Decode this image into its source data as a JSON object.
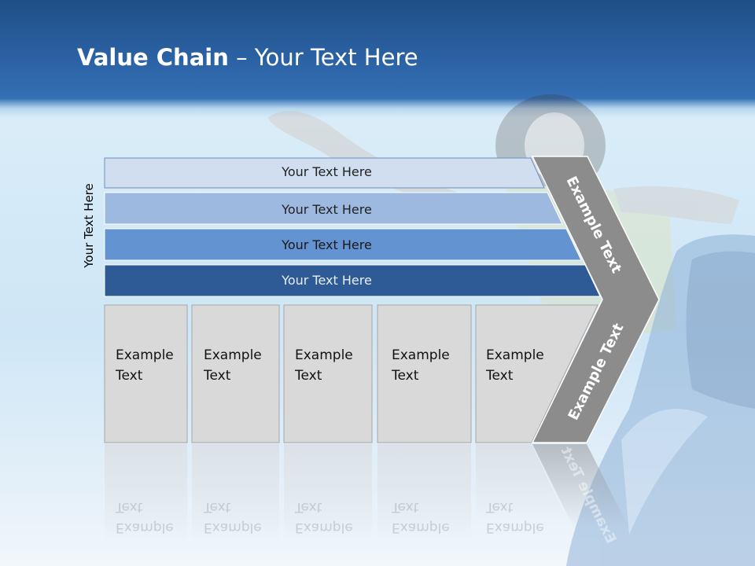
{
  "slide": {
    "title_bold": "Value Chain",
    "title_rest": " – Your Text Here",
    "side_label": "Your Text Here"
  },
  "bars": [
    {
      "label": "Your Text Here",
      "fill": "#d0def0",
      "text_color": "#222222"
    },
    {
      "label": "Your Text Here",
      "fill": "#9db9e0",
      "text_color": "#222222"
    },
    {
      "label": "Your Text Here",
      "fill": "#6393d0",
      "text_color": "#1a1a1a"
    },
    {
      "label": "Your Text Here",
      "fill": "#2e5a95",
      "text_color": "#e8eef6"
    }
  ],
  "boxes": [
    {
      "line1": "Example",
      "line2": "Text"
    },
    {
      "line1": "Example",
      "line2": "Text"
    },
    {
      "line1": "Example",
      "line2": "Text"
    },
    {
      "line1": "Example",
      "line2": "Text"
    },
    {
      "line1": "Example",
      "line2": "Text"
    }
  ],
  "chevron": {
    "upper_label": "Example Text",
    "lower_label": "Example Text",
    "fill": "#8c8c8c"
  },
  "colors": {
    "header": "#2c63a6",
    "box_fill": "#d9d9d9",
    "box_border": "#a6a6a6"
  }
}
